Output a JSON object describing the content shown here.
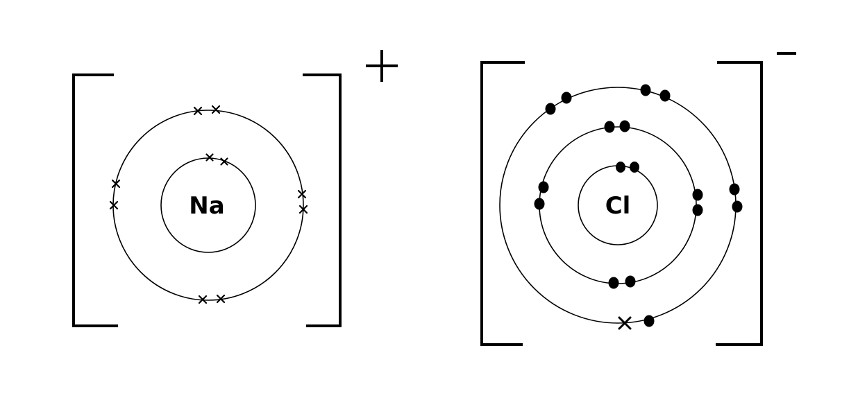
{
  "ions": {
    "sodium": {
      "symbol": "Na",
      "charge_symbol": "+",
      "shells": [
        2,
        8
      ],
      "electron_marker": "cross"
    },
    "chlorine": {
      "symbol": "Cl",
      "charge_symbol": "−",
      "shells": [
        2,
        8,
        8
      ],
      "electron_marker": "dot",
      "transferred_electron_marker": "cross"
    }
  },
  "colors": {
    "ink": "#000000",
    "background": "#ffffff"
  }
}
